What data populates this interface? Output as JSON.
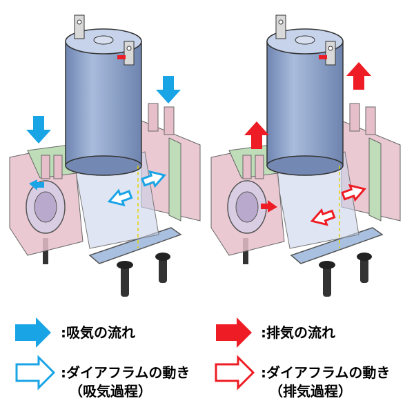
{
  "legend": {
    "intake_flow": {
      "label": ":吸気の流れ",
      "color": "#19A4E6"
    },
    "exhaust_flow": {
      "label": ":排気の流れ",
      "color": "#EE1C24"
    },
    "intake_diaphragm": {
      "label": ":ダイアフラムの動き",
      "sub": "（吸気過程）",
      "color": "#19A4E6"
    },
    "exhaust_diaphragm": {
      "label": ":ダイアフラムの動き",
      "sub": "（排気過程）",
      "color": "#EE1C24"
    }
  },
  "colors": {
    "motor_body": "#8FA6CE",
    "housing_pink": "#E6BFCB",
    "plate_green": "#BEDDB8",
    "base_plate": "#A9C0E0",
    "rubber_foot": "#333333"
  },
  "panels": {
    "left": {
      "state": "intake"
    },
    "right": {
      "state": "exhaust"
    }
  }
}
